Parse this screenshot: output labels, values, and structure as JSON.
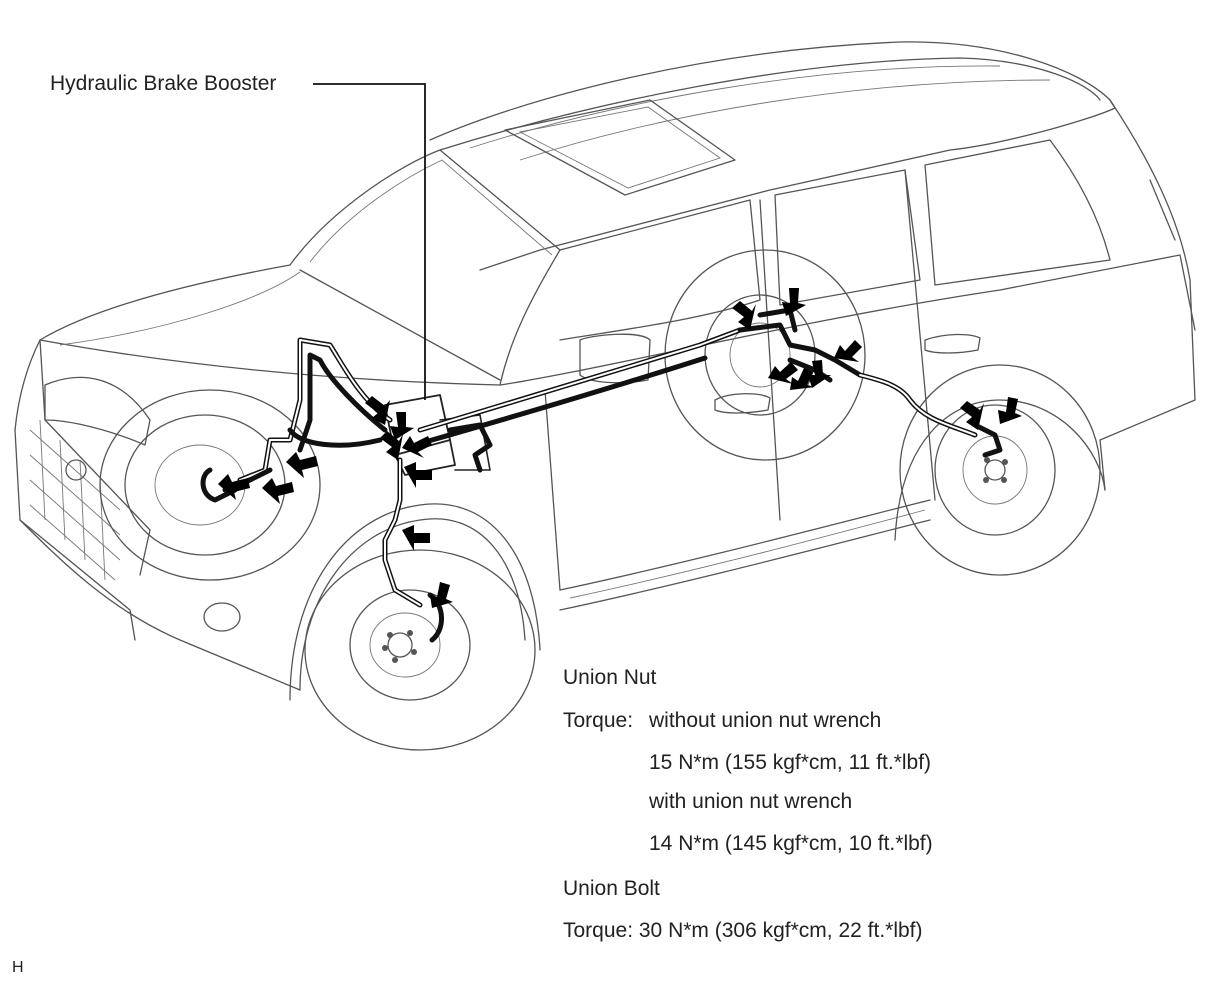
{
  "labels": {
    "booster": "Hydraulic Brake Booster",
    "union_nut_title": "Union Nut",
    "torque_label": "Torque:",
    "nut_without_wrench": "without union nut wrench",
    "nut_without_value": "15 N*m (155 kgf*cm, 11 ft.*lbf)",
    "nut_with_wrench": "with union nut wrench",
    "nut_with_value": "14 N*m (145 kgf*cm, 10 ft.*lbf)",
    "union_bolt_title": "Union Bolt",
    "bolt_value": "Torque: 30 N*m (306 kgf*cm, 22 ft.*lbf)",
    "figure_code": "H"
  },
  "colors": {
    "line": "#555555",
    "pipe": "#111111",
    "arrow": "#000000",
    "text": "#222222"
  }
}
